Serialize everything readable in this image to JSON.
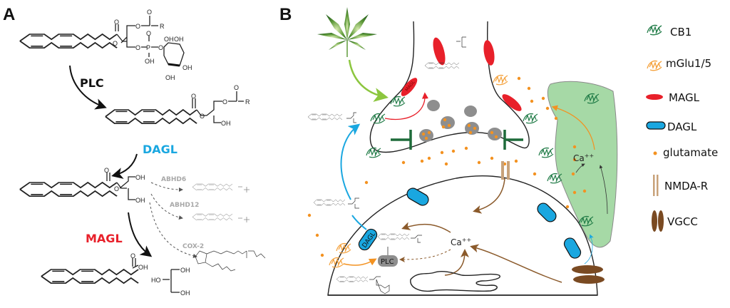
{
  "panel_a": {
    "letter": "A",
    "substituent_R": "R",
    "hydroxyl": "OH",
    "hydroxyl_rev": "HO",
    "oxygen": "O",
    "phosphorus": "P",
    "reactions": [
      {
        "enzyme": "PLC",
        "color": "#111111"
      },
      {
        "enzyme": "DAGL",
        "color": "#1aa7e0"
      },
      {
        "enzyme": "MAGL",
        "color": "#e8202a"
      }
    ],
    "alternative_pathways": [
      {
        "enzyme": "ABHD6",
        "color": "#a8a8a8"
      },
      {
        "enzyme": "ABHD12",
        "color": "#a8a8a8"
      },
      {
        "enzyme": "COX-2",
        "color": "#a8a8a8"
      }
    ]
  },
  "panel_b": {
    "letter": "B",
    "calcium_label": "Ca",
    "calcium_charge": "++",
    "magl_label": "MAGL",
    "dagl_label": "DAGL",
    "plc_label": "PLC"
  },
  "legend": {
    "items": [
      {
        "icon": "cb1-receptor-icon",
        "label": "CB1",
        "color": "#1e7a45"
      },
      {
        "icon": "mglu-receptor-icon",
        "label": "mGlu1/5",
        "color": "#f4a03a"
      },
      {
        "icon": "magl-enzyme-icon",
        "label": "MAGL",
        "color": "#e8202a"
      },
      {
        "icon": "dagl-enzyme-icon",
        "label": "DAGL",
        "color": "#1aa7e0"
      },
      {
        "icon": "glutamate-dot-icon",
        "label": "glutamate",
        "color": "#f39221"
      },
      {
        "icon": "nmda-receptor-icon",
        "label": "NMDA-R",
        "color": "#c8a27a"
      },
      {
        "icon": "vgcc-channel-icon",
        "label": "VGCC",
        "color": "#7a4a22"
      }
    ]
  },
  "colors": {
    "astrocyte": "#a6d9a6",
    "vesicle": "#8e8e8e",
    "inhibit": "#1e6b3a",
    "cannabis_arrow": "#8cc63f",
    "release_arrow": "#1aa7e0",
    "calcium_arrow": "#8b5a2b"
  }
}
